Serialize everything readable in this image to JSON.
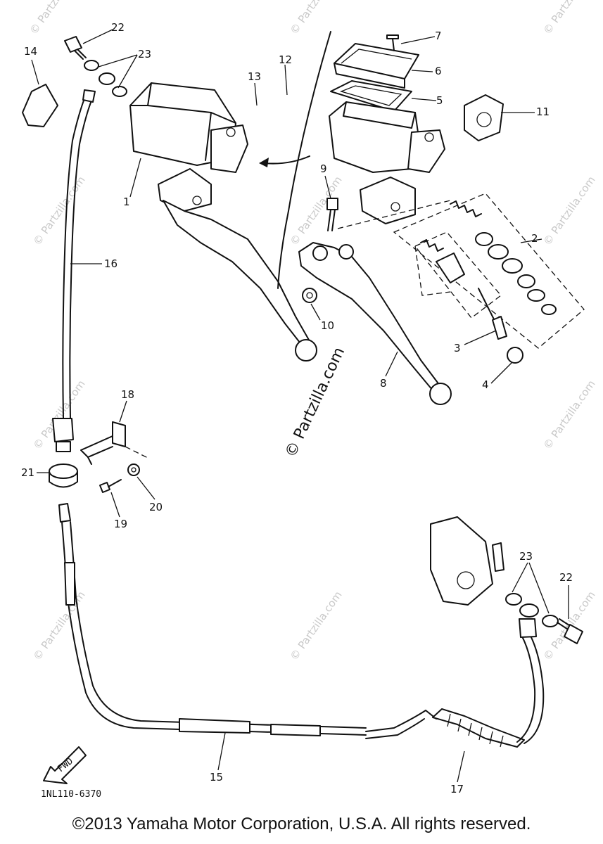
{
  "diagram": {
    "part_labels": [
      {
        "id": "1",
        "text": "1"
      },
      {
        "id": "2",
        "text": "2"
      },
      {
        "id": "3",
        "text": "3"
      },
      {
        "id": "4",
        "text": "4"
      },
      {
        "id": "5",
        "text": "5"
      },
      {
        "id": "6",
        "text": "6"
      },
      {
        "id": "7",
        "text": "7"
      },
      {
        "id": "8",
        "text": "8"
      },
      {
        "id": "9",
        "text": "9"
      },
      {
        "id": "10",
        "text": "10"
      },
      {
        "id": "11",
        "text": "11"
      },
      {
        "id": "12",
        "text": "12"
      },
      {
        "id": "13",
        "text": "13"
      },
      {
        "id": "14",
        "text": "14"
      },
      {
        "id": "15",
        "text": "15"
      },
      {
        "id": "16",
        "text": "16"
      },
      {
        "id": "17",
        "text": "17"
      },
      {
        "id": "18",
        "text": "18"
      },
      {
        "id": "19",
        "text": "19"
      },
      {
        "id": "20",
        "text": "20"
      },
      {
        "id": "21",
        "text": "21"
      },
      {
        "id": "22a",
        "text": "22"
      },
      {
        "id": "23a",
        "text": "23"
      },
      {
        "id": "22b",
        "text": "22"
      },
      {
        "id": "23b",
        "text": "23"
      }
    ],
    "watermark_center": "© Partzilla.com",
    "watermark_faint": "© Partzilla.com",
    "fwd_label": "FWD",
    "diagram_code": "1NL110-6370"
  },
  "footer": {
    "copyright": "©2013 Yamaha Motor Corporation, U.S.A. All rights reserved."
  }
}
